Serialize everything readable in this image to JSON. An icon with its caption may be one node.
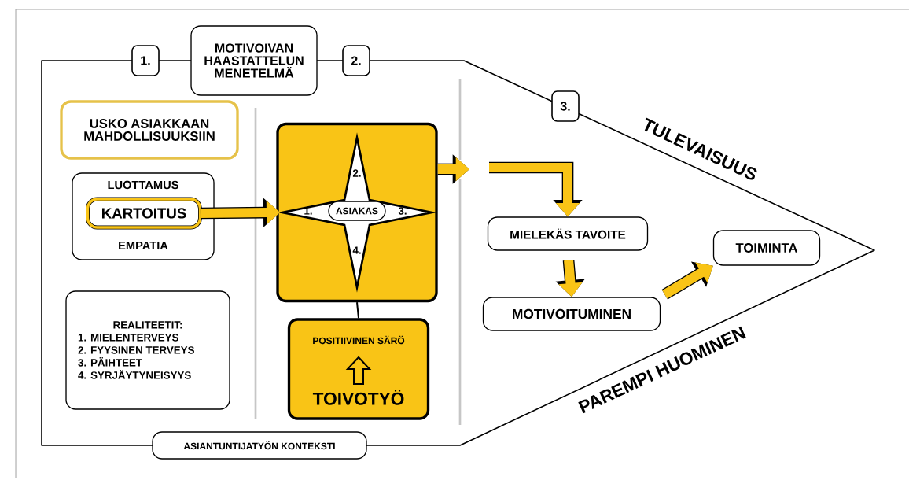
{
  "diagram": {
    "nodes": [
      {
        "text": [
          "1."
        ]
      },
      {
        "text": [
          "MOTIVOIVAN HAASTATTELUN MENETELMÄ"
        ]
      },
      {
        "text": [
          "2."
        ]
      },
      {
        "text": [
          "3."
        ]
      },
      {
        "text": [
          "USKO ASIAKKAAN MAHDOLLISUUKSIIN"
        ]
      },
      {
        "text": [
          "LUOTTAMUS",
          "EMPATIA"
        ]
      },
      {
        "text": [
          "KARTOITUS"
        ],
        "in": 5
      },
      {
        "text": [
          "REALITEETIT:",
          "1. MIELENTERVEYS",
          "2. FYYSINEN TERVEYS",
          "3. PÄIHTEET",
          "4. SYRJÄYTYNEISYYS"
        ]
      },
      {
        "text": [],
        "shape": "box"
      },
      {
        "text": [
          "2.",
          "1.",
          "3.",
          "4."
        ],
        "in": 8
      },
      {
        "text": [
          "ASIAKAS"
        ],
        "in": 9
      },
      {
        "text": [
          "POSITIIVINEN SÄRÖ",
          "TOIVOTYÖ"
        ]
      },
      {
        "text": [
          "MIELEKÄS TAVOITE"
        ]
      },
      {
        "text": [
          "MOTIVOITUMINEN"
        ]
      },
      {
        "text": [
          "TOIMINTA"
        ]
      },
      {
        "text": [
          "ASIANTUNTIJATYÖN KONTEKSTI"
        ]
      }
    ],
    "edges": [
      {
        "from": 6,
        "to": 9,
        "arrow": "to"
      },
      {
        "from": 8,
        "to": null,
        "arrow": "to"
      },
      {
        "from": null,
        "to": 12,
        "arrow": "to"
      },
      {
        "from": 12,
        "to": 13,
        "arrow": "to"
      },
      {
        "from": 13,
        "to": 14,
        "arrow": "to"
      },
      {
        "from": 8,
        "to": 11,
        "arrow": "none",
        "color": "#000000"
      }
    ],
    "labels": [
      "TULEVAISUUS",
      "PAREMPI HUOMINEN"
    ]
  }
}
